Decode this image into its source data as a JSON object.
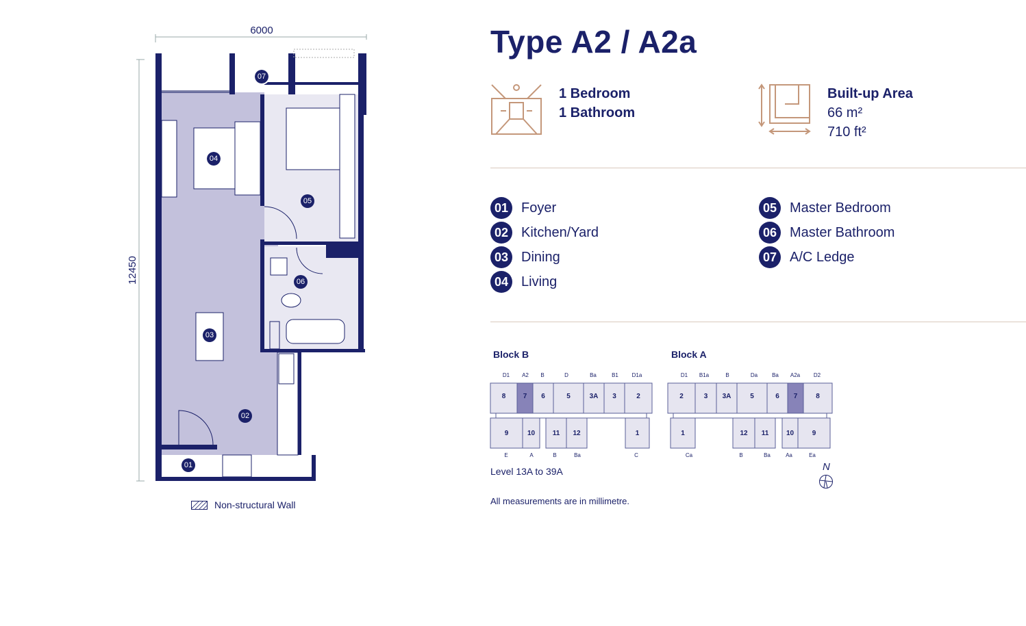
{
  "title": "Type A2 / A2a",
  "floorplan": {
    "width_dim": "6000",
    "height_dim": "12450",
    "markers": [
      "01",
      "02",
      "03",
      "04",
      "05",
      "06",
      "07"
    ],
    "legend_label": "Non-structural Wall"
  },
  "specs": {
    "rooms": {
      "icon": "bedroom-icon",
      "bedroom": "1 Bedroom",
      "bathroom": "1 Bathroom"
    },
    "area": {
      "icon": "floor-area-icon",
      "label": "Built-up Area",
      "sqm": "66 m²",
      "sqft": "710 ft²"
    }
  },
  "legend": [
    {
      "num": "01",
      "label": "Foyer"
    },
    {
      "num": "02",
      "label": "Kitchen/Yard"
    },
    {
      "num": "03",
      "label": "Dining"
    },
    {
      "num": "04",
      "label": "Living"
    },
    {
      "num": "05",
      "label": "Master Bedroom"
    },
    {
      "num": "06",
      "label": "Master Bathroom"
    },
    {
      "num": "07",
      "label": "A/C Ledge"
    }
  ],
  "key_plan": {
    "block_b": {
      "title": "Block B",
      "top_types": [
        "D1",
        "A2",
        "B",
        "D",
        "Ba",
        "B1",
        "D1a"
      ],
      "top_units": [
        "8",
        "7",
        "6",
        "5",
        "3A",
        "3",
        "2"
      ],
      "bottom_units": [
        "9",
        "10",
        "11",
        "12",
        "1"
      ],
      "bottom_types": [
        "E",
        "A",
        "B",
        "Ba",
        "C"
      ],
      "highlight": "7",
      "level": "Level 13A to 39A"
    },
    "block_a": {
      "title": "Block A",
      "top_types": [
        "D1",
        "B1a",
        "B",
        "Da",
        "Ba",
        "A2a",
        "D2"
      ],
      "top_units": [
        "2",
        "3",
        "3A",
        "5",
        "6",
        "7",
        "8"
      ],
      "bottom_units": [
        "1",
        "12",
        "11",
        "10",
        "9"
      ],
      "bottom_types": [
        "Ca",
        "B",
        "Ba",
        "Aa",
        "Ea"
      ],
      "highlight": "7",
      "north": "N"
    },
    "colors": {
      "unit": "#e6e5f0",
      "highlight": "#8783b8",
      "line": "#5a5f97"
    }
  },
  "note": "All measurements are in millimetre.",
  "colors": {
    "navy": "#1b2169",
    "copper": "#c4977a",
    "living": "#c3c1dc",
    "room": "#e9e8f2"
  }
}
